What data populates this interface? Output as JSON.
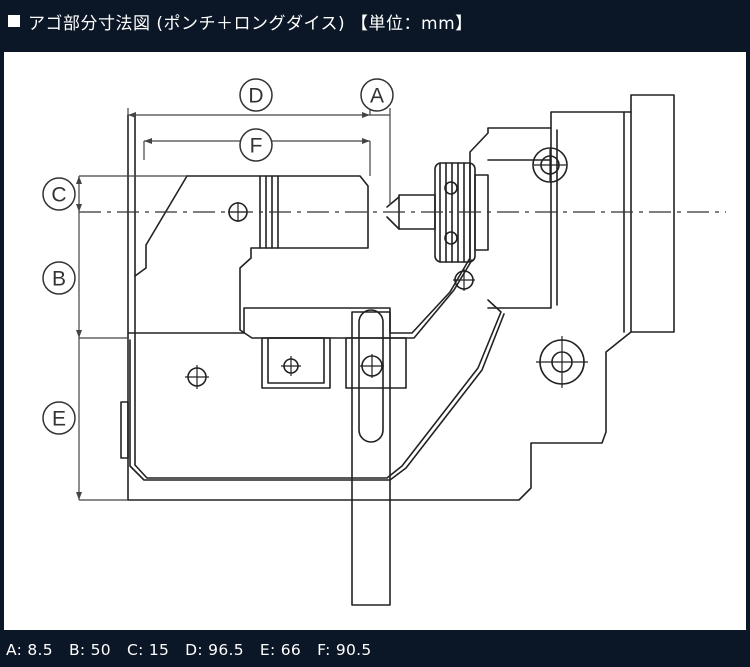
{
  "title": {
    "text": "アゴ部分寸法図 (ポンチ＋ロングダイス) 【単位：mm】"
  },
  "diagram": {
    "labels": {
      "A": "A",
      "B": "B",
      "C": "C",
      "D": "D",
      "E": "E",
      "F": "F"
    }
  },
  "dimensions": [
    {
      "key": "A",
      "value": "8.5"
    },
    {
      "key": "B",
      "value": "50"
    },
    {
      "key": "C",
      "value": "15"
    },
    {
      "key": "D",
      "value": "96.5"
    },
    {
      "key": "E",
      "value": "66"
    },
    {
      "key": "F",
      "value": "90.5"
    }
  ]
}
